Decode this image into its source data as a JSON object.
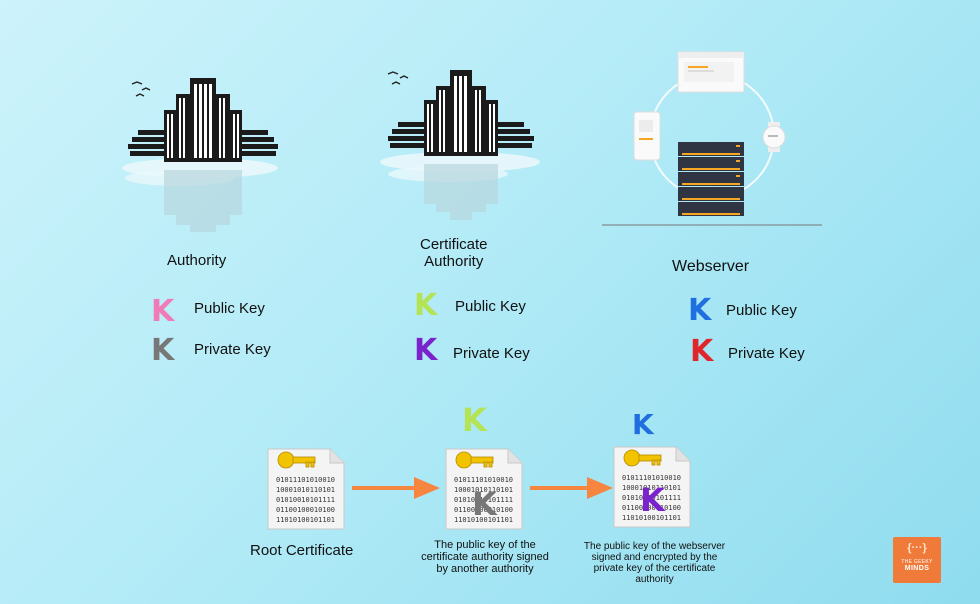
{
  "entities": {
    "authority": {
      "title": "Authority",
      "public_key_label": "Public Key",
      "private_key_label": "Private Key",
      "public_key_color": "#f07bb8",
      "private_key_color": "#777777"
    },
    "certificate_authority": {
      "title_line1": "Certificate",
      "title_line2": "Authority",
      "public_key_label": "Public Key",
      "private_key_label": "Private Key",
      "public_key_color": "#b5e356",
      "private_key_color": "#7a22cc"
    },
    "webserver": {
      "title": "Webserver",
      "public_key_label": "Public Key",
      "private_key_label": "Private Key",
      "public_key_color": "#1f6fe0",
      "private_key_color": "#e0262b"
    }
  },
  "key_glyph": "K",
  "certificates": {
    "binary_lines": [
      "01011101010010",
      "10001010110101",
      "01010010101111",
      "01100100010100",
      "11010100101101"
    ],
    "root": {
      "caption": "Root Certificate"
    },
    "ca": {
      "caption_line1": "The public key of the",
      "caption_line2": "certificate authority signed",
      "caption_line3": "by another authority"
    },
    "web": {
      "caption_line1": "The public key of the webserver",
      "caption_line2": "signed and encrypted by the",
      "caption_line3": "private key of the certificate",
      "caption_line4": "authority"
    }
  },
  "brand": {
    "icon": "{···}",
    "line1": "THE GEEKY",
    "line2": "MINDS",
    "color": "#f07a3a"
  },
  "arrow_color": "#f5853f",
  "key_icon_color": "#f2c400"
}
